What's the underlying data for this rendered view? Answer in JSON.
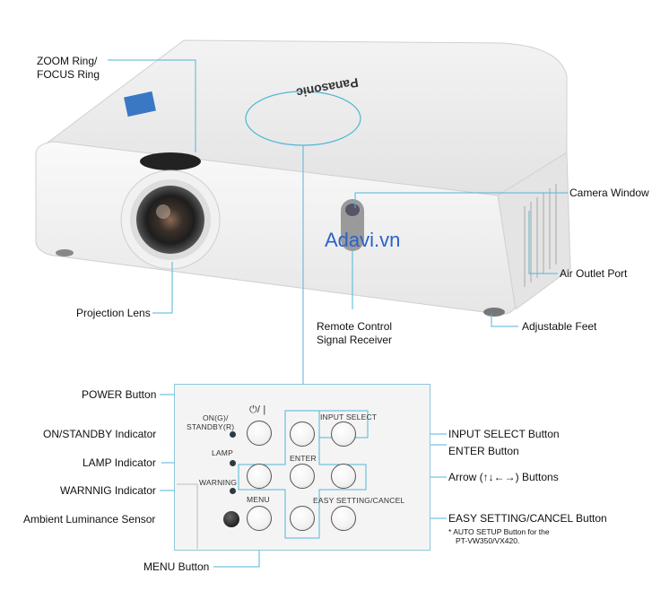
{
  "watermark": "Adavi.vn",
  "labels": {
    "zoom": "ZOOM Ring/",
    "focus": "FOCUS Ring",
    "camera": "Camera Window",
    "air": "Air Outlet Port",
    "lens": "Projection Lens",
    "remote1": "Remote Control",
    "remote2": "Signal Receiver",
    "feet": "Adjustable Feet",
    "power": "POWER Button",
    "onstandby": "ON/STANDBY Indicator",
    "lamp": "LAMP Indicator",
    "warning": "WARNNIG Indicator",
    "ambient": "Ambient Luminance Sensor",
    "menu": "MENU Button",
    "input_select": "INPUT SELECT Button",
    "enter": "ENTER Button",
    "arrow": "Arrow (↑↓←→) Buttons",
    "easy": "EASY SETTING/CANCEL Button",
    "note1": "* AUTO SETUP Button for the",
    "note2": "PT-VW350/VX420."
  },
  "panel": {
    "power_symbol": "⏻/ |",
    "on_g": "ON(G)/",
    "standby_r": "STANDBY(R)",
    "lamp": "LAMP",
    "warning": "WARNING",
    "menu": "MENU",
    "enter": "ENTER",
    "input_select": "INPUT SELECT",
    "easy_setting": "EASY SETTING/CANCEL"
  },
  "brand": "Panasonic",
  "colors": {
    "leader": "#4fb6d8",
    "watermark": "#2a62c9"
  }
}
